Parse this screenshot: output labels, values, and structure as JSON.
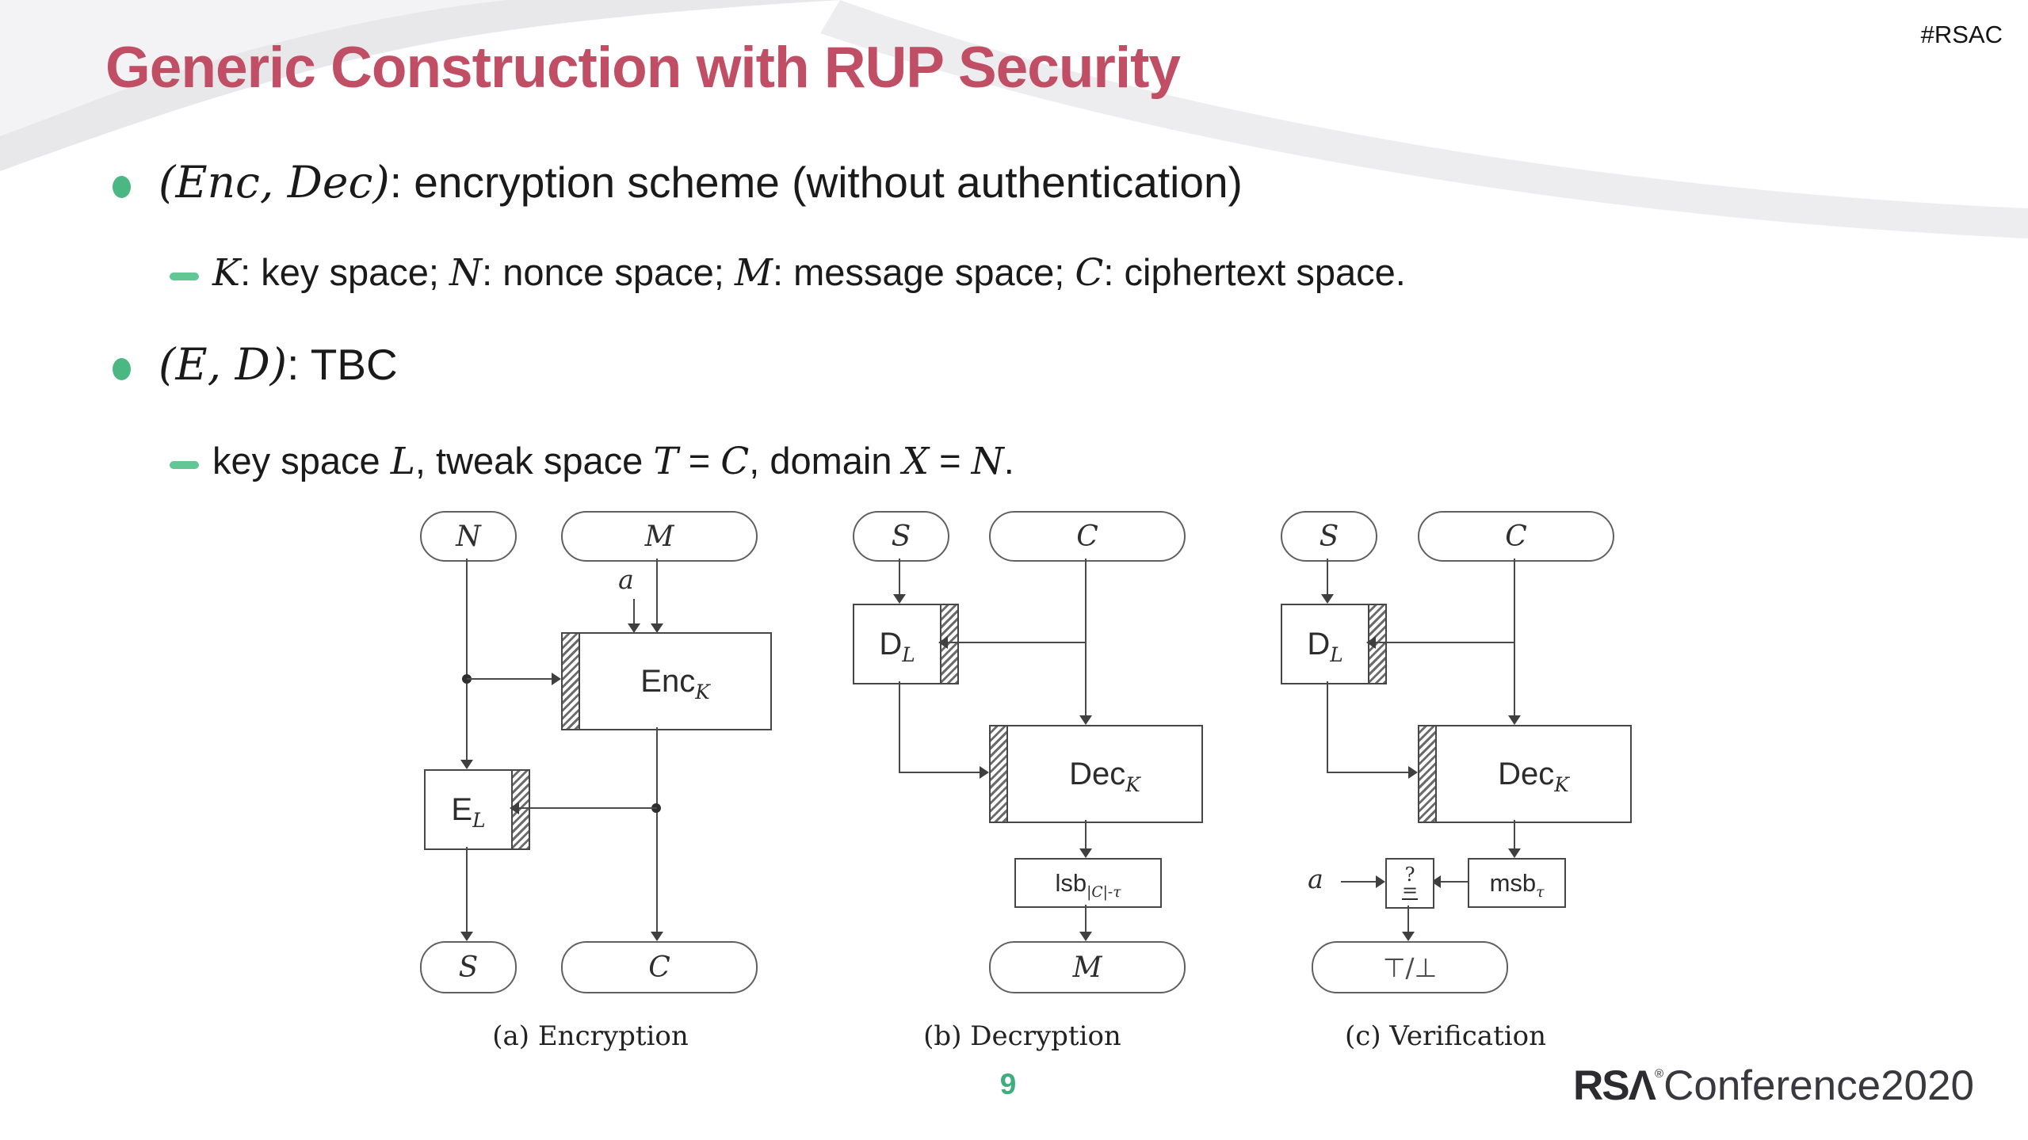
{
  "header": {
    "hashtag": "#RSAC"
  },
  "title": "Generic Construction with RUP Security",
  "colors": {
    "title": "#c04f66",
    "bullet_green": "#4bb884",
    "dash_green": "#63c695",
    "page_green": "#3fae7e",
    "diagram_line": "#4a4a4a"
  },
  "bullets": {
    "b1": [
      {
        "t": "(Enc, Dec)",
        "s": "math"
      },
      {
        "t": ": encryption scheme (without authentication)",
        "s": "plain"
      }
    ],
    "b1s": [
      {
        "t": "K",
        "s": "script"
      },
      {
        "t": ": key space; ",
        "s": "plain"
      },
      {
        "t": "N",
        "s": "script"
      },
      {
        "t": ": nonce space; ",
        "s": "plain"
      },
      {
        "t": "M",
        "s": "script"
      },
      {
        "t": ": message space; ",
        "s": "plain"
      },
      {
        "t": "C",
        "s": "script"
      },
      {
        "t": ": ciphertext space.",
        "s": "plain"
      }
    ],
    "b2": [
      {
        "t": "(E, D)",
        "s": "math"
      },
      {
        "t": ": TBC",
        "s": "plain"
      }
    ],
    "b2s": [
      {
        "t": "key space ",
        "s": "plain"
      },
      {
        "t": "L",
        "s": "script"
      },
      {
        "t": ", tweak space ",
        "s": "plain"
      },
      {
        "t": "T",
        "s": "script"
      },
      {
        "t": " = ",
        "s": "plain"
      },
      {
        "t": "C",
        "s": "script"
      },
      {
        "t": ", domain ",
        "s": "plain"
      },
      {
        "t": "X",
        "s": "script"
      },
      {
        "t": " = ",
        "s": "plain"
      },
      {
        "t": "N",
        "s": "script"
      },
      {
        "t": ".",
        "s": "plain"
      }
    ],
    "_comment": "script letters are calligraphic (𝒦,𝒩,ℳ,𝒞,ℒ,𝒯,𝒳) in the original"
  },
  "figure": {
    "a": {
      "in_left": "N",
      "in_right": "M",
      "aux": "a",
      "main": "Enc",
      "main_sub": "K",
      "tbc": "E",
      "tbc_sub": "L",
      "out_left": "S",
      "out_right": "C",
      "caption": "(a) Encryption"
    },
    "b": {
      "in_left": "S",
      "in_right": "C",
      "tbc": "D",
      "tbc_sub": "L",
      "main": "Dec",
      "main_sub": "K",
      "trunc": "lsb",
      "trunc_sub": "|C|-τ",
      "out": "M",
      "caption": "(b) Decryption"
    },
    "c": {
      "in_left": "S",
      "in_right": "C",
      "tbc": "D",
      "tbc_sub": "L",
      "main": "Dec",
      "main_sub": "K",
      "aux": "a",
      "cmp_top": "?",
      "cmp_bottom": "=",
      "trunc": "msb",
      "trunc_sub": "τ",
      "out": "⊤/⊥",
      "caption": "(c) Verification"
    }
  },
  "footer": {
    "page": "9",
    "logo_bold": "RSΛ",
    "logo_reg": "®",
    "logo_light": "Conference2020"
  }
}
